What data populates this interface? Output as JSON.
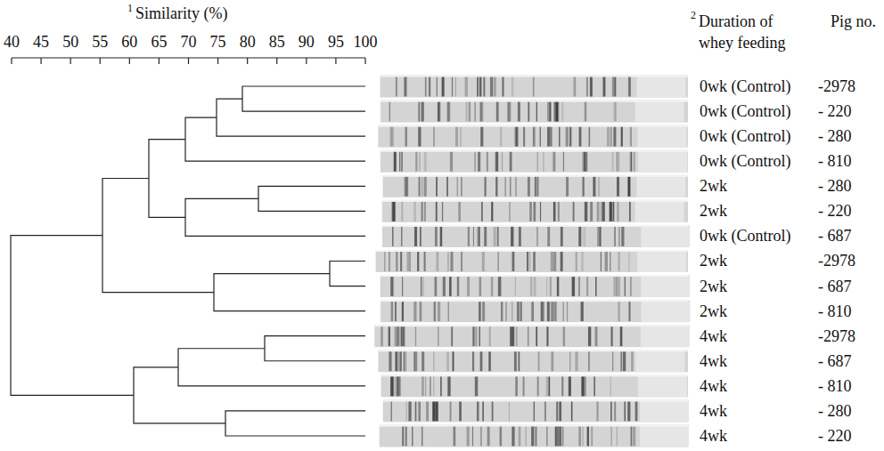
{
  "diagram": {
    "labels": [
      "1",
      "Similarity (%)",
      "40",
      "45",
      "50",
      "55",
      "60",
      "65",
      "70",
      "75",
      "80",
      "85",
      "90",
      "95",
      "100",
      "2",
      "Duration of whey feeding",
      "Pig no.",
      "0wk (Control)",
      "-2978",
      "0wk (Control)",
      "- 220",
      "0wk (Control)",
      "- 280",
      "0wk (Control)",
      "- 810",
      "2wk",
      "- 280",
      "2wk",
      "- 220",
      "0wk (Control)",
      "- 687",
      "2wk",
      "-2978",
      "2wk",
      "- 687",
      "2wk",
      "- 810",
      "4wk",
      "-2978",
      "4wk",
      "- 687",
      "4wk",
      "- 810",
      "4wk",
      "- 280",
      "4wk",
      "- 220"
    ]
  }
}
